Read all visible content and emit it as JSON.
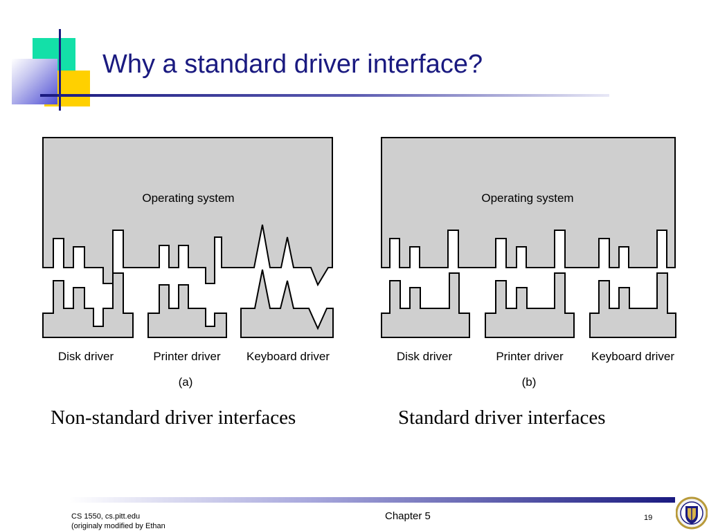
{
  "slide": {
    "title": "Why a standard driver interface?"
  },
  "diagram": {
    "panel_a": {
      "os_label": "Operating system",
      "driver_labels": [
        "Disk driver",
        "Printer driver",
        "Keyboard driver"
      ],
      "panel_label": "(a)",
      "caption": "Non-standard driver interfaces"
    },
    "panel_b": {
      "os_label": "Operating system",
      "driver_labels": [
        "Disk driver",
        "Printer driver",
        "Keyboard driver"
      ],
      "panel_label": "(b)",
      "caption": "Standard driver interfaces"
    },
    "colors": {
      "block_fill": "#cfcfcf",
      "block_stroke": "#000000"
    }
  },
  "footer": {
    "left_line1": "CS 1550, cs.pitt.edu",
    "left_line2": "(originaly modified by Ethan",
    "center": "Chapter 5",
    "page_number": "19"
  },
  "colors": {
    "title": "#1a1a80",
    "accent_green": "#13e0a8",
    "accent_yellow": "#ffd000",
    "accent_blue": "#4f4fd4"
  }
}
